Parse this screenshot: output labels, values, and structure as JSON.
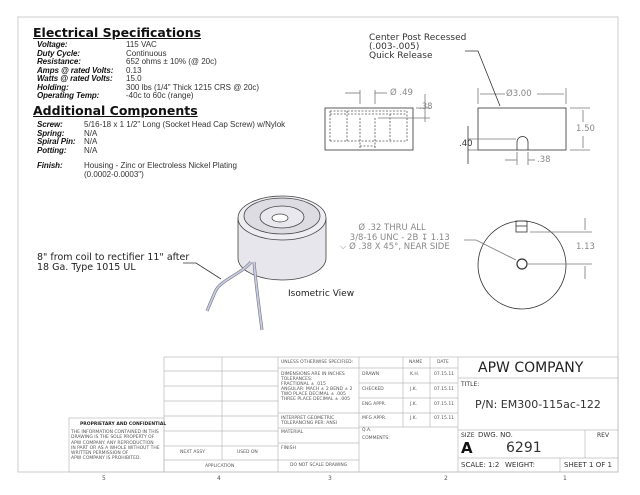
{
  "electrical": {
    "title": "Electrical Specifications",
    "rows": [
      {
        "label": "Voltage:",
        "value": "115 VAC"
      },
      {
        "label": "Duty Cycle:",
        "value": "Continuous"
      },
      {
        "label": "Resistance:",
        "value": "652 ohms ± 10% (@ 20c)"
      },
      {
        "label": "Amps @ rated Volts:",
        "value": "0.13"
      },
      {
        "label": "Watts @ rated Volts:",
        "value": "15.0"
      },
      {
        "label": "Holding:",
        "value": "300 lbs (1/4\" Thick 1215 CRS @ 20c)"
      },
      {
        "label": "Operating Temp:",
        "value": "-40c to 60c (range)"
      }
    ]
  },
  "additional": {
    "title": "Additional Components",
    "rows": [
      {
        "label": "Screw:",
        "value": "5/16-18 x 1 1/2\" Long (Socket Head Cap Screw) w/Nylok"
      },
      {
        "label": "Spring:",
        "value": "N/A"
      },
      {
        "label": "Spiral Pin:",
        "value": "N/A"
      },
      {
        "label": "Potting:",
        "value": "N/A"
      }
    ],
    "finish_label": "Finish:",
    "finish_line1": "Housing - Zinc or Electroless Nickel Plating",
    "finish_line2": "(0.0002-0.0003\")"
  },
  "notes": {
    "center_post": [
      "Center Post Recessed",
      "(.003-.005)",
      "Quick Release"
    ],
    "wire": [
      "8\" from coil to rectifier 11\" after",
      "18 Ga. Type 1015 UL"
    ],
    "isometric": "Isometric View",
    "thread": [
      "Ø .32 THRU ALL",
      "3/8-16 UNC - 2B ↧ 1.13",
      "⌵ Ø .38 X 45°, NEAR SIDE"
    ]
  },
  "dims": {
    "d49": "Ø .49",
    "d38a": ".38",
    "d300": "Ø3.00",
    "d150": "1.50",
    "d40": ".40",
    "d38b": ".38",
    "d113": "1.13"
  },
  "title_block": {
    "unless": "UNLESS OTHERWISE SPECIFIED:",
    "tol": [
      "DIMENSIONS ARE IN INCHES",
      "TOLERANCES:",
      "FRACTIONAL ± .015",
      "ANGULAR: MACH ± 2   BEND ± 2",
      "TWO PLACE DECIMAL   ± .005",
      "THREE PLACE DECIMAL  ± .005"
    ],
    "interpret": [
      "INTERPRET GEOMETRIC",
      "TOLERANCING PER: ANSI"
    ],
    "material": "MATERIAL",
    "finish": "FINISH",
    "noscale": "DO NOT SCALE DRAWING",
    "name_h": "NAME",
    "date_h": "DATE",
    "approvals": [
      {
        "role": "DRAWN",
        "name": "K.H.",
        "date": "07.15.11"
      },
      {
        "role": "CHECKED",
        "name": "J.K.",
        "date": "07.15.11"
      },
      {
        "role": "ENG APPR.",
        "name": "J.K.",
        "date": "07.15.11"
      },
      {
        "role": "MFG APPR.",
        "name": "J.K.",
        "date": "07.15.11"
      },
      {
        "role": "Q.A.",
        "name": "",
        "date": ""
      }
    ],
    "comments": "COMMENTS:",
    "company": "APW COMPANY",
    "title_label": "TITLE:",
    "part_number": "P/N: EM300-115ac-122",
    "size_label": "SIZE",
    "size": "A",
    "dwg_label": "DWG.  NO.",
    "dwg_no": "6291",
    "rev_label": "REV",
    "scale": "SCALE: 1:2",
    "weight": "WEIGHT:",
    "sheet": "SHEET 1 OF 1",
    "next_assy": "NEXT ASSY",
    "used_on": "USED ON",
    "application": "APPLICATION",
    "prop_title": "PROPRIETARY AND CONFIDENTIAL",
    "prop_text": [
      "THE INFORMATION CONTAINED IN THIS",
      "DRAWING IS THE SOLE PROPERTY OF",
      "APW COMPANY.  ANY REPRODUCTION",
      "IN PART OR AS A WHOLE WITHOUT THE",
      "WRITTEN PERMISSION OF",
      "APW COMPANY IS PROHIBITED."
    ]
  },
  "zones": [
    "5",
    "4",
    "3",
    "2",
    "1"
  ]
}
